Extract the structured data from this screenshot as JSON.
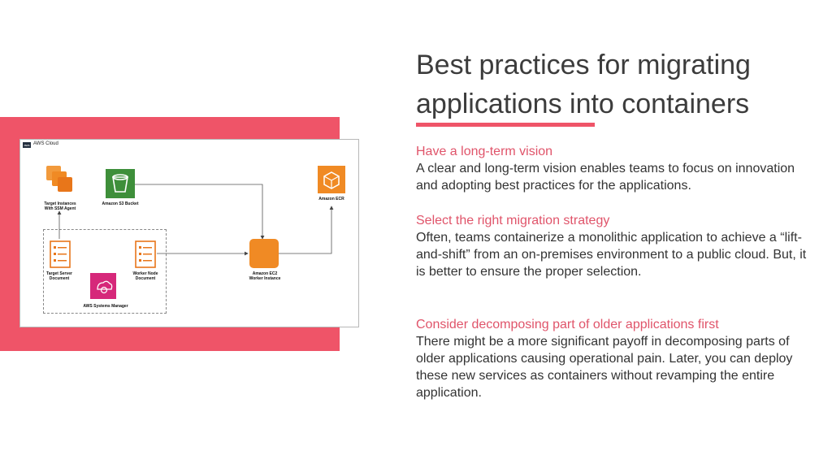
{
  "slide": {
    "title": "Best practices for migrating applications into containers",
    "accent_color": "#ef5468"
  },
  "diagram": {
    "cloud_badge": "aws",
    "cloud_label": "AWS Cloud",
    "nodes": {
      "target_instances": "Target Instances\nWith SSM Agent",
      "s3_bucket": "Amazon S3 Bucket",
      "ecr": "Amazon ECR",
      "target_server_doc": "Target Server\nDocument",
      "worker_node_doc": "Worker Node\nDocument",
      "ec2_worker": "Amazon EC2\nWorker Instance",
      "systems_manager": "AWS Systems Manager"
    }
  },
  "sections": [
    {
      "heading": "Have a long-term vision",
      "body": "A clear and long-term vision enables teams to focus on innovation and adopting best practices for the applications."
    },
    {
      "heading": "Select the right migration strategy",
      "body": "Often, teams containerize a monolithic application to achieve a “lift-and-shift” from an on-premises environment to a public cloud. But, it is better to ensure the proper selection."
    },
    {
      "heading": "Consider decomposing part of older applications first",
      "body": "There might be a more significant payoff in decomposing parts of older applications causing operational pain. Later, you can deploy these new services as containers without revamping the entire application."
    }
  ]
}
